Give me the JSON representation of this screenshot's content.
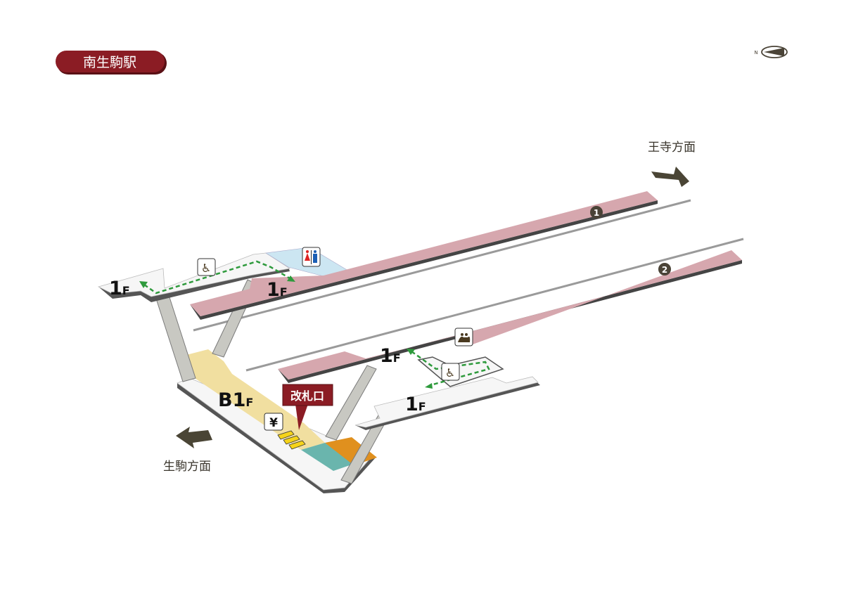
{
  "station_name": "南生駒駅",
  "compass": {
    "label": "N",
    "icon": "north-arrow-icon"
  },
  "directions": {
    "oji": "王寺方面",
    "ikoma": "生駒方面"
  },
  "platforms": [
    {
      "number": "1"
    },
    {
      "number": "2"
    }
  ],
  "floors": {
    "f1": "1",
    "f_suffix": "F",
    "b1": "B1"
  },
  "gate_label": "改札口",
  "icons": {
    "yen": "¥"
  },
  "colors": {
    "brand": "#8b1c24",
    "platform": "#d6a7ae",
    "concourse_b1": "#f1dfa0",
    "toilet_area": "#cce6f2",
    "teal": "#6ab5ad",
    "orange": "#e0901e",
    "route": "#2e9a3c"
  }
}
